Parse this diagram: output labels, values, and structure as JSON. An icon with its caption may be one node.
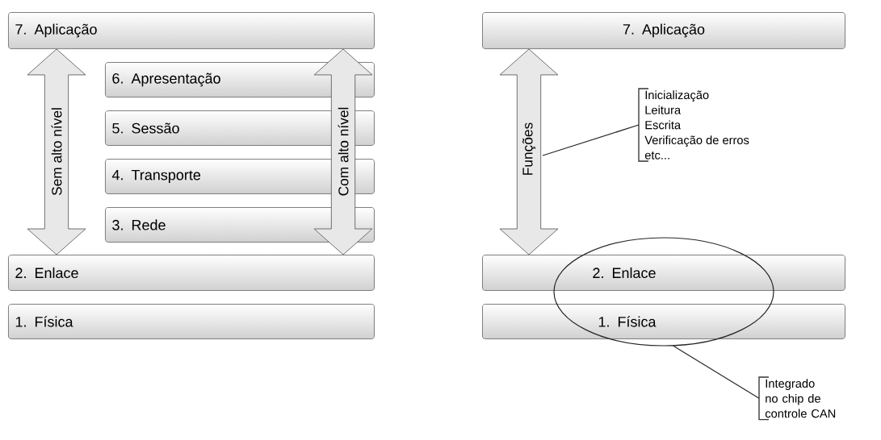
{
  "diagram": {
    "nodes": [
      {
        "text": [
          "7. Aplicação"
        ]
      },
      {
        "text": [
          "6. Apresentação"
        ]
      },
      {
        "text": [
          "5. Sessão"
        ]
      },
      {
        "text": [
          "4. Transporte"
        ]
      },
      {
        "text": [
          "3. Rede"
        ]
      },
      {
        "text": [
          "2. Enlace"
        ]
      },
      {
        "text": [
          "1. Física"
        ]
      },
      {
        "text": [
          "7. Aplicação"
        ]
      },
      {
        "text": [
          "2. Enlace"
        ]
      },
      {
        "text": [
          "1. Física"
        ]
      },
      {
        "text": [],
        "shape": "ellipse"
      },
      {
        "text": [
          "Inicialização",
          "Leitura",
          "Escrita",
          "Verificação de erros",
          "etc..."
        ]
      },
      {
        "text": [
          "Integrado no chip de controle CAN"
        ]
      }
    ],
    "edges": [
      {
        "from": 0,
        "to": 5,
        "arrow": "both",
        "label": "Sem alto nível"
      },
      {
        "from": 0,
        "to": 5,
        "arrow": "both",
        "label": "Com alto nível"
      },
      {
        "from": 7,
        "to": 8,
        "arrow": "both",
        "label": "Funções"
      },
      {
        "from": null,
        "to": 11,
        "arrow": "none"
      },
      {
        "from": 10,
        "to": 12,
        "arrow": "none"
      }
    ]
  }
}
